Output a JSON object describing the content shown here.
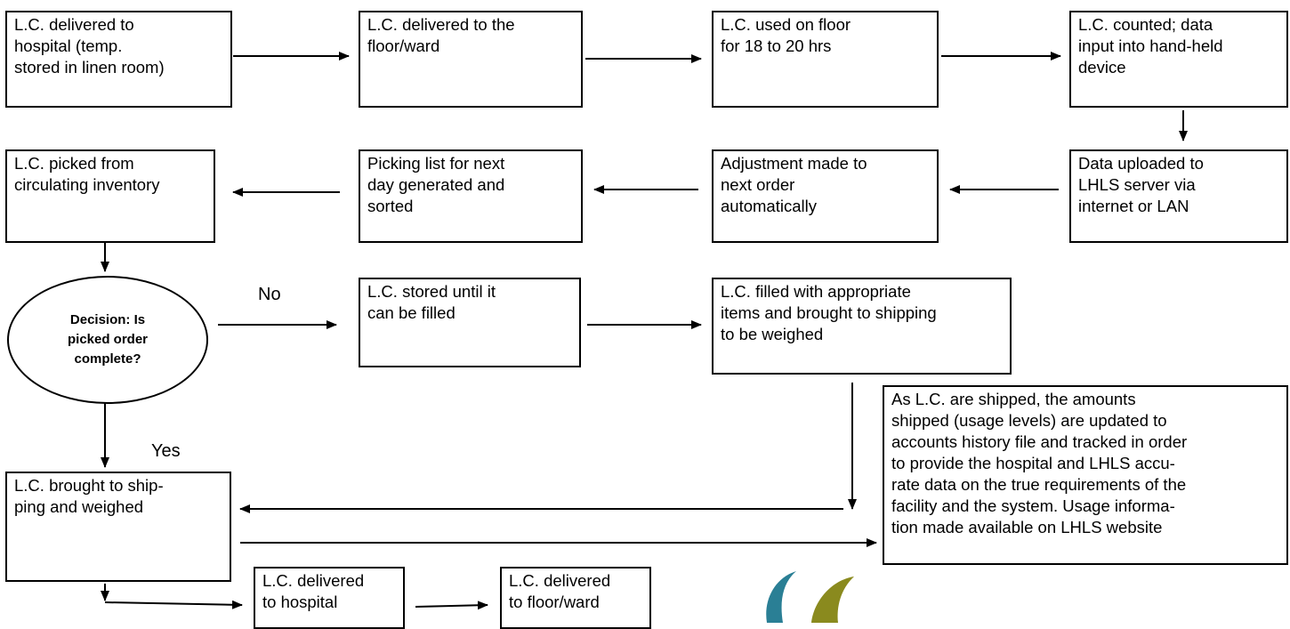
{
  "boxes": {
    "delivered_hospital_temp": "L.C. delivered to\nhospital (temp.\nstored in linen room)",
    "delivered_floor_ward": "L.C. delivered to the\nfloor/ward",
    "used_on_floor": "L.C. used on floor\nfor  18 to 20 hrs",
    "counted": "L.C. counted; data\ninput into hand-held\ndevice",
    "data_uploaded": "Data uploaded to\nLHLS server via\ninternet or LAN",
    "adjustment": "Adjustment made to\nnext order\nautomatically",
    "picking_list": "Picking list for next\nday generated and\nsorted",
    "picked": "L.C. picked from\ncirculating inventory",
    "stored": "L.C. stored until it\ncan be filled",
    "filled": "L.C. filled with appropriate\nitems and brought to shipping\nto be weighed",
    "shipping_note": "As L.C. are shipped, the amounts\nshipped (usage levels) are updated to\naccounts history file and tracked in order\nto provide the hospital and LHLS accu-\nrate data on the true requirements of the\nfacility and the system. Usage informa-\ntion made available on LHLS website",
    "brought_to_shipping": "L.C. brought to ship-\nping and weighed",
    "delivered_hospital": "L.C. delivered\nto hospital",
    "delivered_floor": "L.C. delivered\nto floor/ward"
  },
  "decision": "Decision: Is\npicked order\ncomplete?",
  "labels": {
    "no": "No",
    "yes": "Yes"
  },
  "colors": {
    "logo_teal": "#2a7f95",
    "logo_olive": "#8a8a1e"
  }
}
